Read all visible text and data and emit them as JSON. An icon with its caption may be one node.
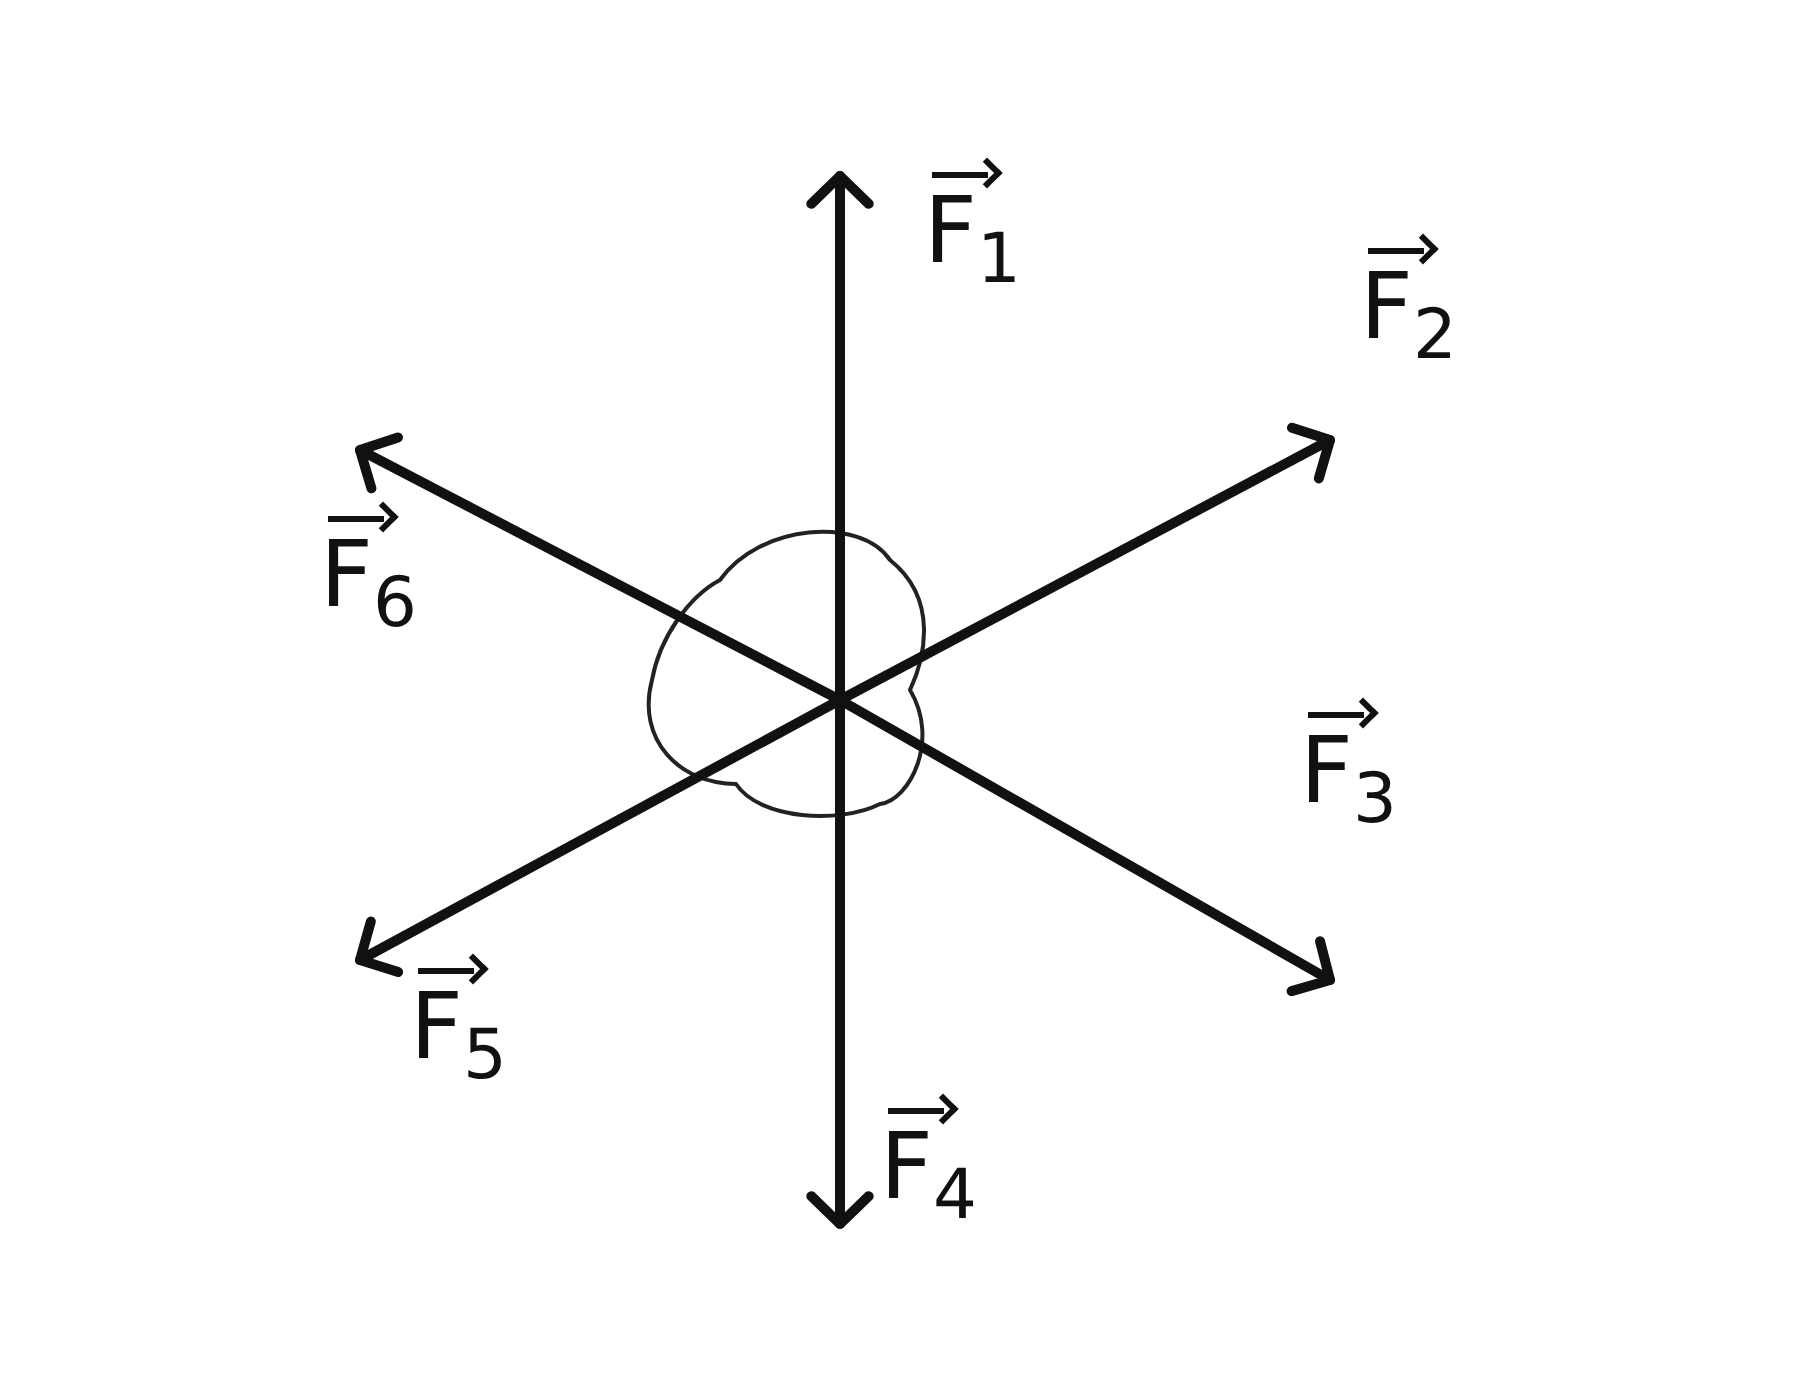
{
  "diagram": {
    "nodes": [
      {
        "text": [],
        "shape": "circle"
      }
    ],
    "labels": [
      "F$_{1}$",
      "F$_{2}$",
      "F$_{6}$",
      "F$_{3}$",
      "F$_{5}$",
      "F$_{4}$"
    ]
  }
}
